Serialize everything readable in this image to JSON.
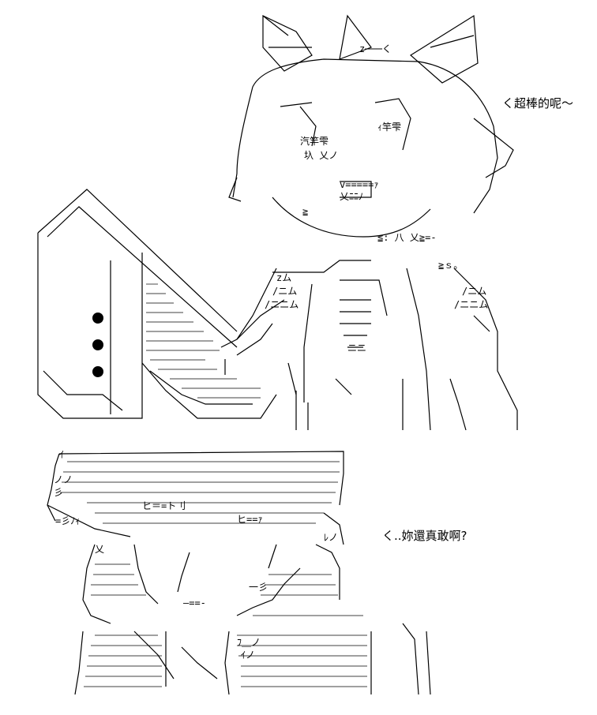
{
  "captions": {
    "top": "く超棒的呢～",
    "bottom": "く..妳還真敢啊?"
  },
  "art_text": {
    "top_figure": {
      "z_line": "z───く",
      "lines": [
        "ｨ竿雫",
        "汽竿雫",
        "圦 乂ノ",
        "v=====ｧ",
        "乂ﾆﾆﾉ",
        "≧",
        "≦: 八 乂≧=-",
        "≧ｓ。",
        "zム",
        "/ニム",
        "/ニニム",
        "/ニム",
        "/ニニム",
        "ニニ"
      ]
    },
    "bottom_figure": {
      "lines": [
        "ｲ",
        "ノノ",
        "彡",
        "ヒ＝=ト刂",
        "=彡ﾉｨ",
        "ヒ==ｧ",
        "乂",
        "一彡",
        "―==-",
        "ﾌ＿ノ",
        "ｲノ",
        "ﾚノ"
      ]
    }
  },
  "dots": 3
}
